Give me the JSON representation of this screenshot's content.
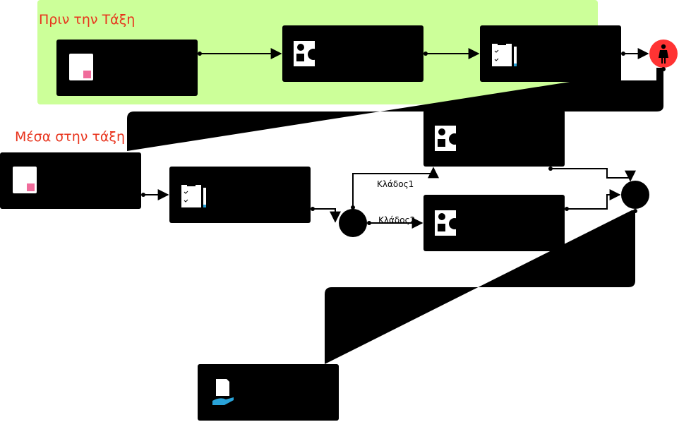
{
  "lanes": {
    "before": {
      "label": "Πριν την Τάξη",
      "color": "#ccff99"
    },
    "during": {
      "label": "Μέσα στην τάξη"
    }
  },
  "branches": {
    "branch1": "Κλάδος1",
    "branch2": "Κλάδος2"
  },
  "nodes": [
    {
      "id": "n1",
      "icon": "note-icon"
    },
    {
      "id": "n2",
      "icon": "shapes-icon"
    },
    {
      "id": "n3",
      "icon": "checklist-icon"
    },
    {
      "id": "n4",
      "icon": "person-icon"
    },
    {
      "id": "n5",
      "icon": "note-icon"
    },
    {
      "id": "n6",
      "icon": "checklist-icon"
    },
    {
      "id": "n7",
      "icon": "shapes-icon"
    },
    {
      "id": "n8",
      "icon": "shapes-icon"
    },
    {
      "id": "n9",
      "icon": "hand-document-icon"
    }
  ],
  "colors": {
    "lane_label": "#e8331c",
    "person_circle": "#ff3333",
    "note_pink": "#f06c9b",
    "hand_blue": "#29a3d9"
  }
}
